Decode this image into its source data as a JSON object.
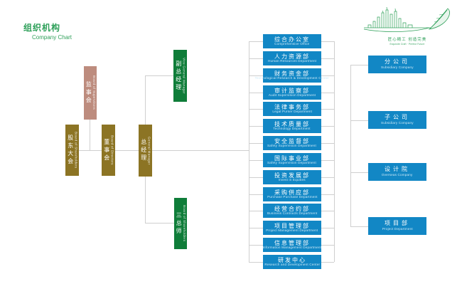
{
  "page": {
    "title_cn": "组织机构",
    "title_en": "Company Chart"
  },
  "logo": {
    "slogan_cn": "匠心精工 创造完美",
    "slogan_en": "Exquisite Craft · Perfect Future",
    "color": "#2fa05a"
  },
  "colors": {
    "department_blue": "#1287c5",
    "governance_olive": "#8c7424",
    "supervisors_rose": "#bd8c7e",
    "manager_green": "#0f7d39",
    "accent_green": "#2fa05a",
    "connector_gray": "#cfcfcf"
  },
  "governance": [
    {
      "cn": "股东大会",
      "en": "Board of Shareholders"
    },
    {
      "cn": "监事会",
      "en": "Board of Supervisors"
    },
    {
      "cn": "董事会",
      "en": "Board of Directors"
    },
    {
      "cn": "总经理",
      "en": "General Manager"
    },
    {
      "cn": "副总经理",
      "en": "Vice General Manager"
    },
    {
      "cn": "三总师",
      "en": "Board of Shareholders"
    }
  ],
  "departments": [
    {
      "cn": "综合办公室",
      "en": "Comprehensive Office"
    },
    {
      "cn": "人力资源部",
      "en": "Human Resources Department"
    },
    {
      "cn": "财务资金部",
      "en": "Technological Research & Development Center"
    },
    {
      "cn": "审计监察部",
      "en": "Audit Supervision Department"
    },
    {
      "cn": "法律事务部",
      "en": "Legal Purser Department"
    },
    {
      "cn": "技术质量部",
      "en": "Technology Department"
    },
    {
      "cn": "安全监督部",
      "en": "Safety Supervision Department"
    },
    {
      "cn": "国际事业部",
      "en": "Safety Supervision Department"
    },
    {
      "cn": "投资发展部",
      "en": "Invest in Equities"
    },
    {
      "cn": "采购供应部",
      "en": "Purchase Purchase Department"
    },
    {
      "cn": "经营合约部",
      "en": "Business Contracts Department"
    },
    {
      "cn": "项目管理部",
      "en": "Project Management Department"
    },
    {
      "cn": "信息管理部",
      "en": "Information Management Department"
    },
    {
      "cn": "研发中心",
      "en": "Research and Development Center"
    }
  ],
  "branches": [
    {
      "cn": "分公司",
      "en": "Subsidiary Company"
    },
    {
      "cn": "子公司",
      "en": "Subsidiary Company"
    },
    {
      "cn": "设计院",
      "en": "Overseas Company"
    },
    {
      "cn": "项目部",
      "en": "Project Department"
    }
  ]
}
